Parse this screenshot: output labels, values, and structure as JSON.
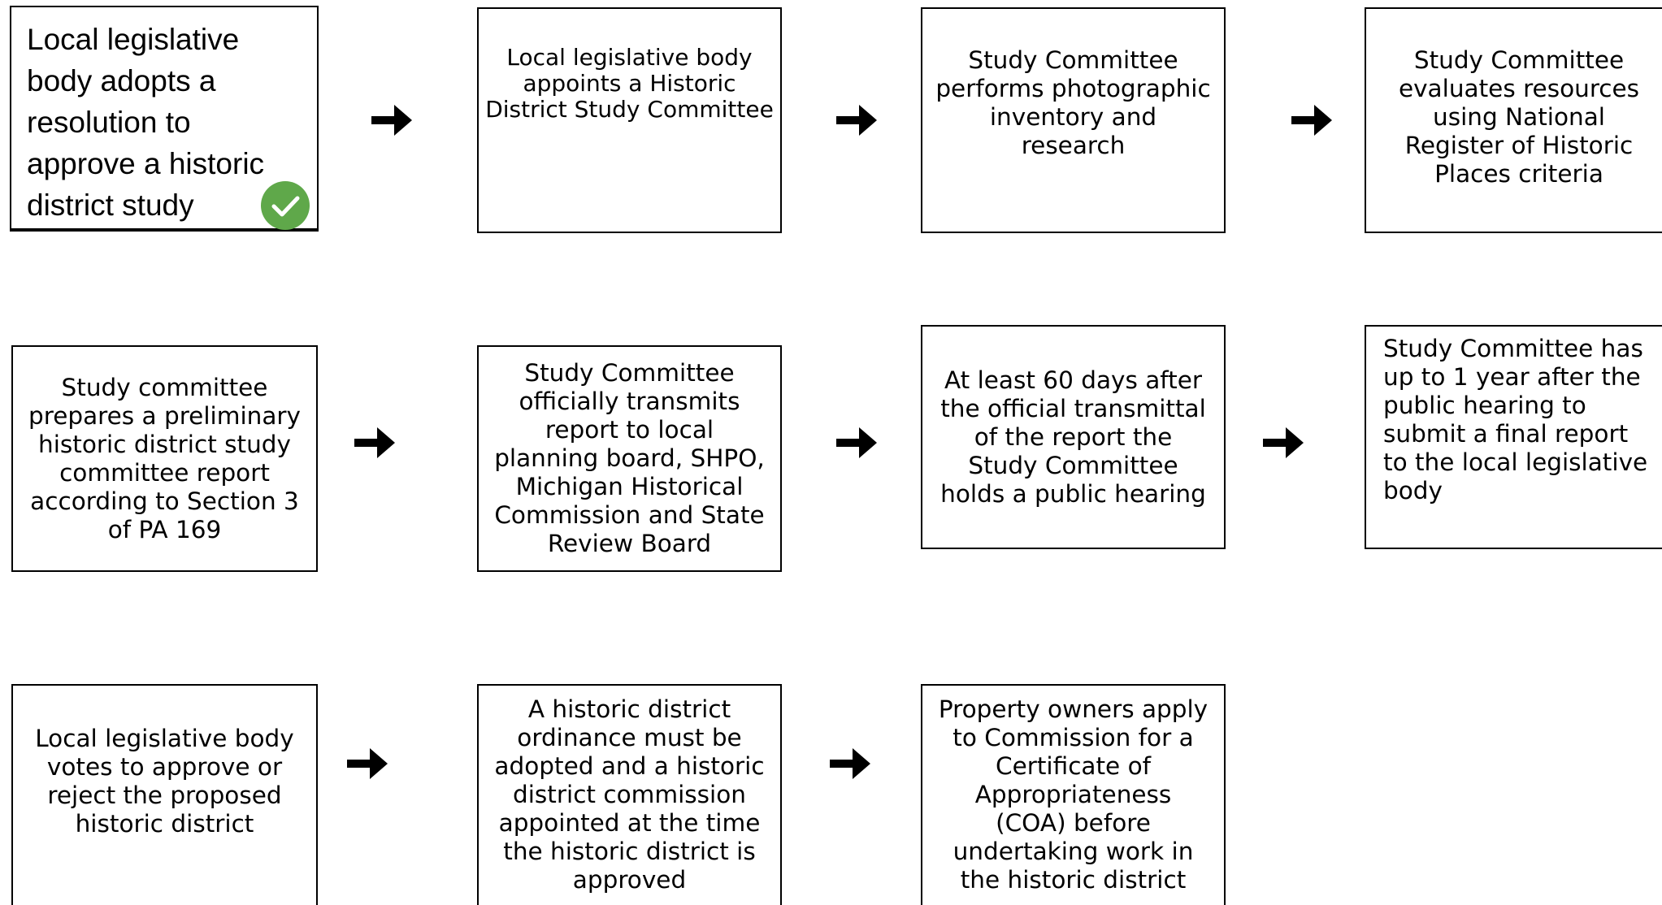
{
  "diagram": {
    "steps": [
      {
        "id": "s1",
        "lines": [
          "Local legislative",
          "body adopts a",
          "resolution to",
          "approve a historic",
          "district study"
        ],
        "completed": true
      },
      {
        "id": "s2",
        "lines": [
          "Local legislative body",
          "appoints a Historic",
          "District Study Committee"
        ]
      },
      {
        "id": "s3",
        "lines": [
          "Study Committee",
          "performs photographic",
          "inventory and",
          "research"
        ]
      },
      {
        "id": "s4",
        "lines": [
          "Study Committee",
          "evaluates resources",
          "using National",
          "Register of Historic",
          "Places criteria"
        ]
      },
      {
        "id": "s5",
        "lines": [
          "Study committee",
          "prepares a preliminary",
          "historic district study",
          "committee report",
          "according to Section 3",
          "of PA 169"
        ]
      },
      {
        "id": "s6",
        "lines": [
          "Study Committee",
          "officially transmits",
          "report to local",
          "planning board, SHPO,",
          "Michigan Historical",
          "Commission and State",
          "Review Board"
        ]
      },
      {
        "id": "s7",
        "lines": [
          "At least 60 days after",
          "the official transmittal",
          "of the report the",
          "Study Committee",
          "holds a public hearing"
        ]
      },
      {
        "id": "s8",
        "lines": [
          "Study Committee has",
          "up to 1 year after the",
          "public hearing to",
          "submit a final report",
          "to the local legislative",
          "body"
        ]
      },
      {
        "id": "s9",
        "lines": [
          "Local legislative body",
          "votes to approve or",
          "reject the proposed",
          "historic district"
        ]
      },
      {
        "id": "s10",
        "lines": [
          "A historic district",
          "ordinance must be",
          "adopted and a historic",
          "district commission",
          "appointed at the time",
          "the historic district is",
          "approved"
        ]
      },
      {
        "id": "s11",
        "lines": [
          "Property owners apply",
          "to Commission for a",
          "Certificate of",
          "Appropriateness",
          "(COA) before",
          "undertaking work in",
          "the historic district"
        ]
      }
    ],
    "arrow_glyph": "right-arrow-icon",
    "check_icon": "check-circle-icon",
    "colors": {
      "check": "#5fa84a",
      "border": "#000000",
      "text": "#000000"
    }
  }
}
